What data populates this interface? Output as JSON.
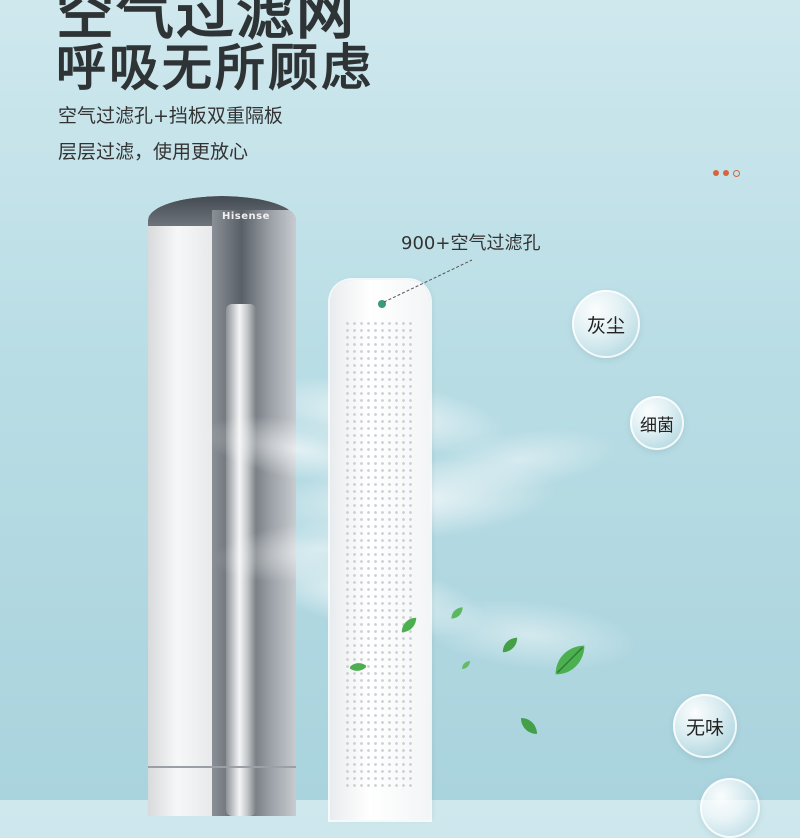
{
  "header": {
    "headline_top": "空气过滤网",
    "headline": "呼吸无所顾虑",
    "sub_line_1": "空气过滤孔+挡板双重隔板",
    "sub_line_2": "层层过滤，使用更放心"
  },
  "product": {
    "brand": "Hisense"
  },
  "callout": {
    "label": "900+空气过滤孔"
  },
  "bubbles": {
    "dust": "灰尘",
    "bacteria": "细菌",
    "odor": "无味"
  },
  "colors": {
    "accent_dots": "#d7643c",
    "leaf": "#4caf50",
    "hole_marker": "#3a9a7a"
  }
}
